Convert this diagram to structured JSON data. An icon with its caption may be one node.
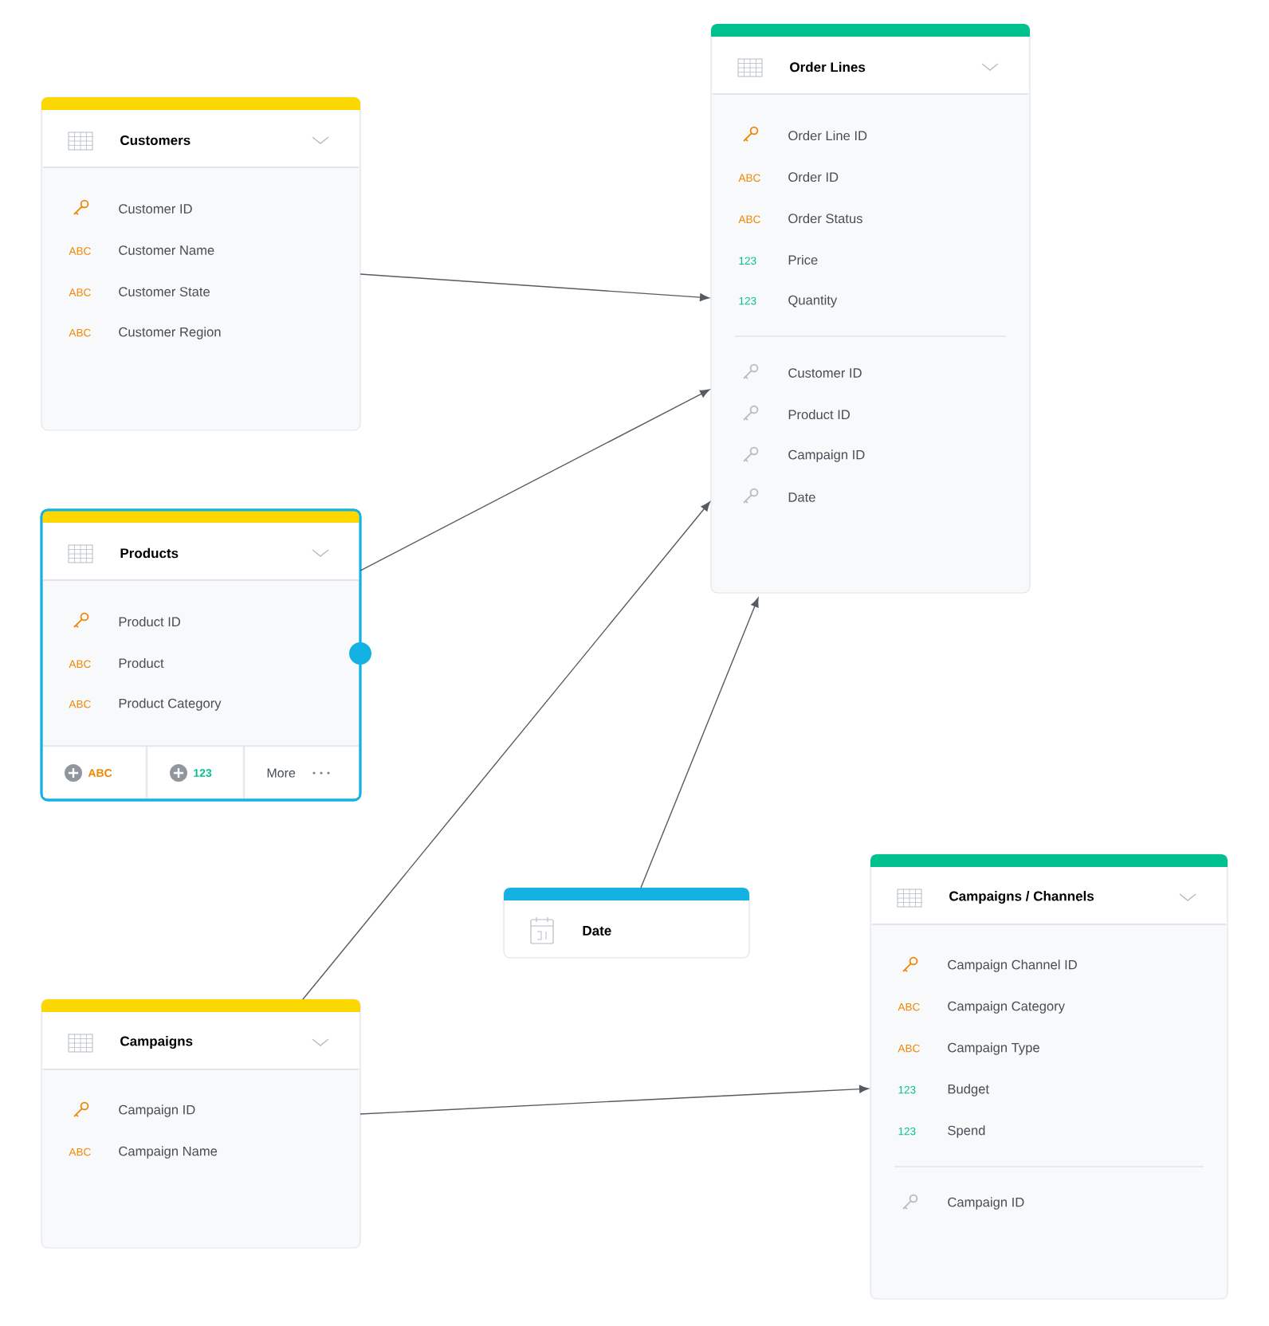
{
  "diagram": {
    "nodes": [
      {
        "text": [
          "Customers"
        ]
      },
      {
        "text": [
          "Customer ID"
        ],
        "in": 0
      },
      {
        "text": [
          "ABC",
          "Customer Name"
        ],
        "in": 0
      },
      {
        "text": [
          "ABC",
          "Customer State"
        ],
        "in": 0
      },
      {
        "text": [
          "ABC",
          "Customer Region"
        ],
        "in": 0
      },
      {
        "text": [
          "Order Lines"
        ]
      },
      {
        "text": [
          "Order Line ID"
        ],
        "in": 5
      },
      {
        "text": [
          "ABC",
          "Order ID"
        ],
        "in": 5
      },
      {
        "text": [
          "ABC",
          "Order Status"
        ],
        "in": 5
      },
      {
        "text": [
          "123",
          "Price"
        ],
        "in": 5
      },
      {
        "text": [
          "123",
          "Quantity"
        ],
        "in": 5
      },
      {
        "text": [
          "Customer ID"
        ],
        "in": 5
      },
      {
        "text": [
          "Product ID"
        ],
        "in": 5
      },
      {
        "text": [
          "Campaign ID"
        ],
        "in": 5
      },
      {
        "text": [
          "Date"
        ],
        "in": 5
      },
      {
        "text": [
          "Products"
        ]
      },
      {
        "text": [
          "Product ID"
        ],
        "in": 15
      },
      {
        "text": [
          "ABC",
          "Product"
        ],
        "in": 15
      },
      {
        "text": [
          "ABC",
          "Product Category"
        ],
        "in": 15
      },
      {
        "text": [
          "ABC"
        ],
        "in": 15
      },
      {
        "text": [
          "123"
        ],
        "in": 15
      },
      {
        "text": [
          "More"
        ],
        "in": 15
      },
      {
        "text": [
          "Date"
        ]
      },
      {
        "text": [
          "Campaigns"
        ]
      },
      {
        "text": [
          "Campaign ID"
        ],
        "in": 23
      },
      {
        "text": [
          "ABC",
          "Campaign Name"
        ],
        "in": 23
      },
      {
        "text": [
          "Campaigns / Channels"
        ]
      },
      {
        "text": [
          "Campaign Channel ID"
        ],
        "in": 26
      },
      {
        "text": [
          "ABC",
          "Campaign Category"
        ],
        "in": 26
      },
      {
        "text": [
          "ABC",
          "Campaign Type"
        ],
        "in": 26
      },
      {
        "text": [
          "123",
          "Budget"
        ],
        "in": 26
      },
      {
        "text": [
          "123",
          "Spend"
        ],
        "in": 26
      },
      {
        "text": [
          "Campaign ID"
        ],
        "in": 26
      }
    ],
    "edges": [
      {
        "from": 0,
        "to": 5,
        "arrow": "to"
      },
      {
        "from": 15,
        "to": 5,
        "arrow": "to"
      },
      {
        "from": 23,
        "to": 5,
        "arrow": "to"
      },
      {
        "from": 22,
        "to": 5,
        "arrow": "to"
      },
      {
        "from": 23,
        "to": 26,
        "arrow": "to"
      }
    ]
  }
}
